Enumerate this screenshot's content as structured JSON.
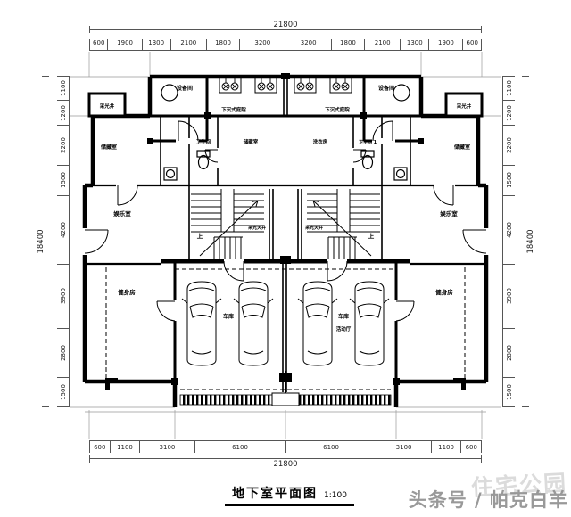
{
  "title": {
    "name": "地下室平面图",
    "scale": "1:100"
  },
  "watermark": {
    "front": "头条号 / 帕克白羊",
    "back": "住宅公园"
  },
  "dims": {
    "top_total": "21800",
    "bottom_total": "21800",
    "left_total": "18400",
    "right_total": "18400",
    "top": [
      "600",
      "1900",
      "1300",
      "2100",
      "1800",
      "3200",
      "3200",
      "1800",
      "2100",
      "1300",
      "1900",
      "600"
    ],
    "bottom": [
      "600",
      "1100",
      "3100",
      "6100",
      "6100",
      "3100",
      "1100",
      "600"
    ],
    "left": [
      "1100",
      "1200",
      "2200",
      "1500",
      "4200",
      "3900",
      "2800",
      "1500"
    ],
    "right": [
      "1100",
      "1200",
      "2200",
      "1500",
      "4200",
      "3900",
      "2800",
      "1500"
    ]
  },
  "rooms": {
    "equip_left": "设备间",
    "equip_right": "设备间",
    "courtyard_left": "下沉式庭院",
    "courtyard_right": "下沉式庭院",
    "lightwell_left": "采光井",
    "lightwell_right": "采光井",
    "storage_left": "储藏室",
    "storage_right": "储藏室",
    "storage_inner_left": "储藏室",
    "laundry_right": "洗衣房",
    "bath_left": "卫生间",
    "bath_right": "卫生间 1",
    "rec_left": "娱乐室",
    "rec_right": "娱乐室",
    "gym_left": "健身房",
    "gym_right": "健身房",
    "garage_left": "车库",
    "garage_right": "车库",
    "hall_right": "活动厅",
    "shaft_left": "采光天井",
    "shaft_right": "采光天井",
    "up_left": "上",
    "up_right": "上"
  },
  "colors": {
    "wall": "#000000",
    "dimension": "#555555",
    "watermark": "#8f8f8f"
  }
}
